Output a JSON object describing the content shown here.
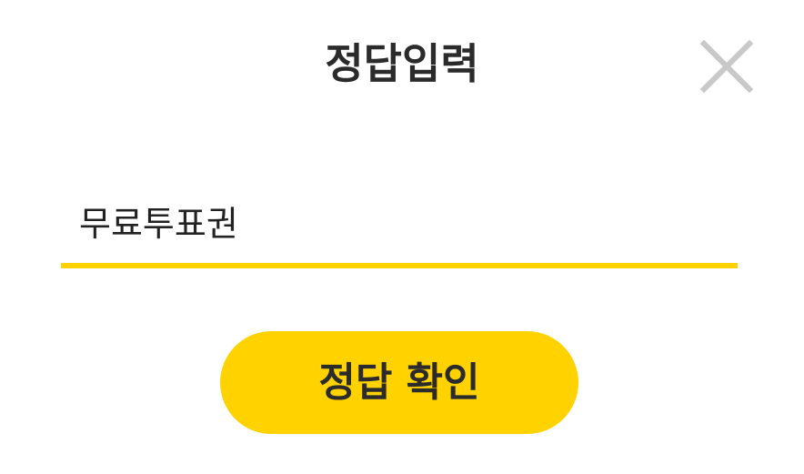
{
  "dialog": {
    "title": "정답입력",
    "close_icon": "close-icon",
    "answer_input": {
      "value": "무료투표권",
      "placeholder": ""
    },
    "confirm_label": "정답 확인"
  },
  "colors": {
    "accent": "#ffd200",
    "title_text": "#2b2b2b",
    "close_icon": "#c8c8c8",
    "background": "#ffffff"
  }
}
